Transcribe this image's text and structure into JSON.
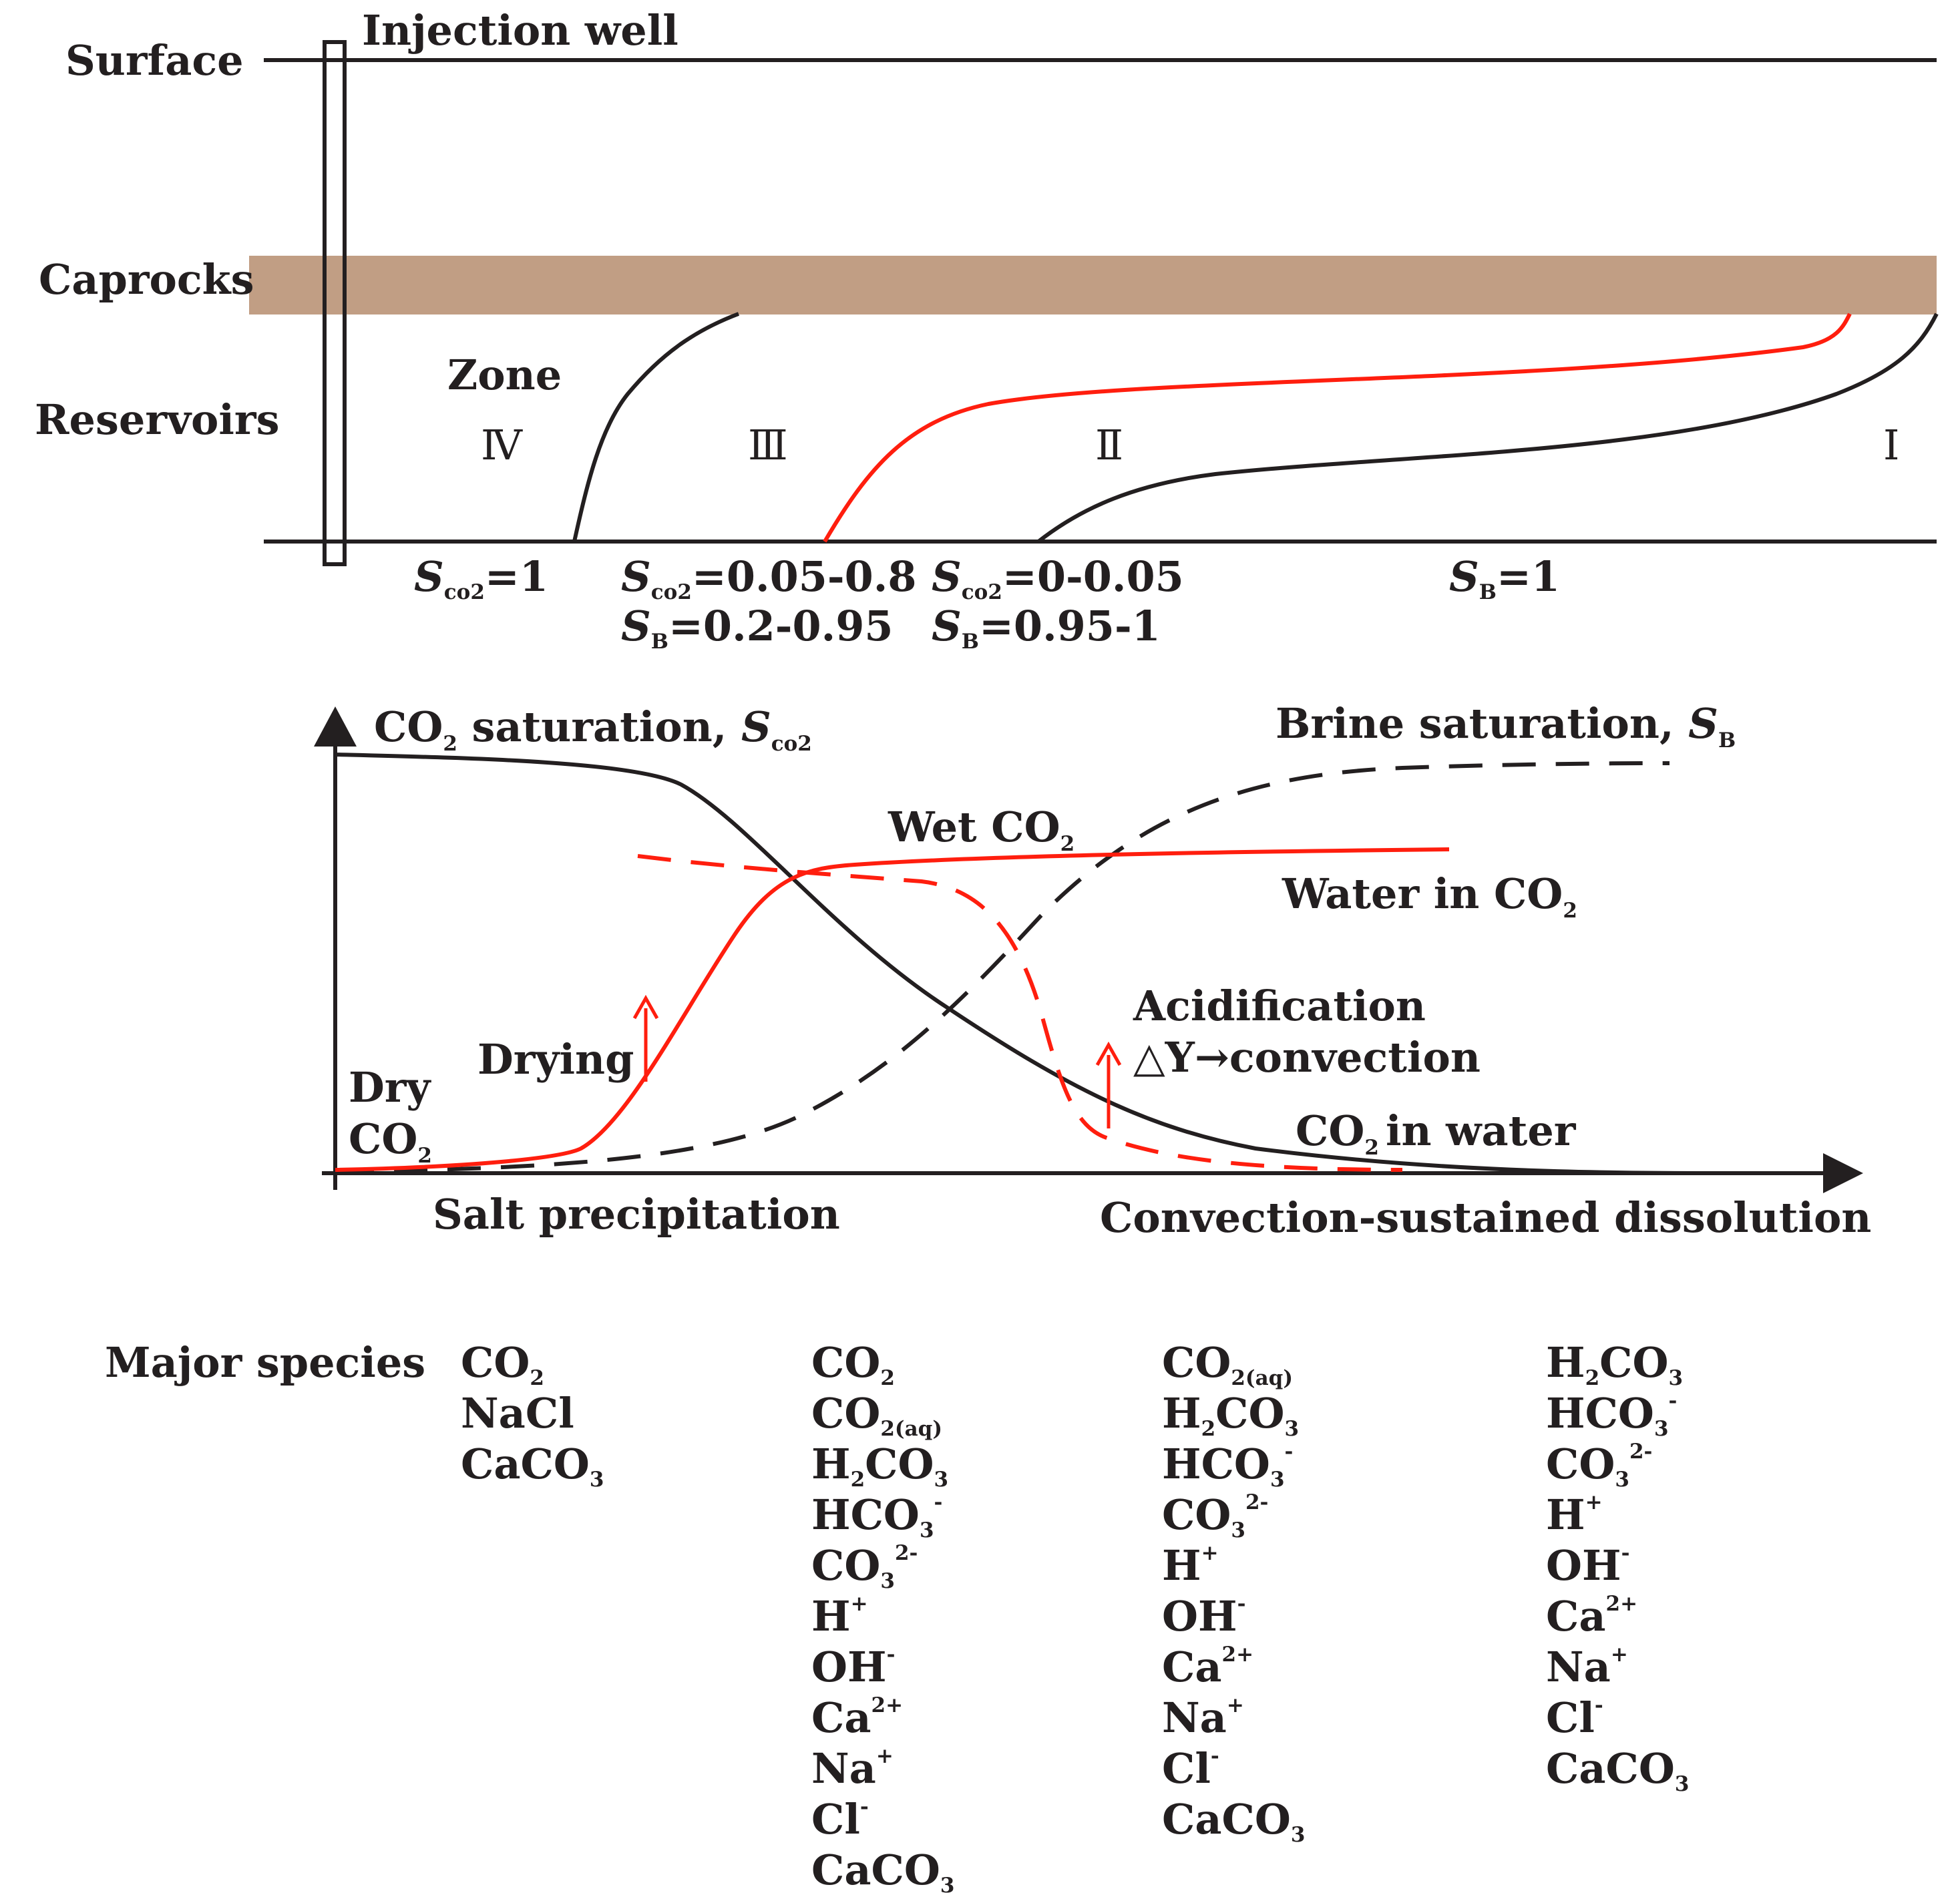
{
  "top": {
    "surface": "Surface",
    "injection_well": "Injection well",
    "caprocks": "Caprocks",
    "reservoirs": "Reservoirs",
    "zone": "Zone",
    "zones": [
      "Ⅳ",
      "Ⅲ",
      "Ⅱ",
      "Ⅰ"
    ],
    "saturations": [
      {
        "lines": [
          {
            "sym": "S",
            "sub": "co2",
            "val": "=1"
          }
        ]
      },
      {
        "lines": [
          {
            "sym": "S",
            "sub": "co2",
            "val": "=0.05-0.8"
          },
          {
            "sym": "S",
            "sub": "B",
            "val": "=0.2-0.95"
          }
        ]
      },
      {
        "lines": [
          {
            "sym": "S",
            "sub": "co2",
            "val": "=0-0.05"
          },
          {
            "sym": "S",
            "sub": "B",
            "val": "=0.95-1"
          }
        ]
      },
      {
        "lines": [
          {
            "sym": "S",
            "sub": "B",
            "val": "=1"
          }
        ]
      }
    ]
  },
  "middle": {
    "co2_sat_label": "CO",
    "co2_sat_sub": "2",
    "co2_sat_mid": " saturation, ",
    "co2_sat_sym": "S",
    "co2_sat_symsub": "co2",
    "brine_sat_label": "Brine saturation, ",
    "brine_sat_sym": "S",
    "brine_sat_sub": "B",
    "wet_co2": "Wet CO",
    "wet_co2_sub": "2",
    "water_in_co2": "Water in CO",
    "water_in_co2_sub": "2",
    "acidification": "Acidification",
    "delta_convection": "△Y→convection",
    "drying": "Drying",
    "dry": "Dry",
    "dry_co2": "CO",
    "dry_co2_sub": "2",
    "co2_in_water": "CO",
    "co2_in_water_sub": "2",
    "co2_in_water_rest": "in water",
    "salt_precipitation": "Salt precipitation",
    "convection_dissolution": "Convection-sustained dissolution"
  },
  "species": {
    "title": "Major species",
    "columns": [
      [
        {
          "t": "CO",
          "sub": "2"
        },
        {
          "t": "NaCl"
        },
        {
          "t": "CaCO",
          "sub": "3"
        }
      ],
      [
        {
          "t": "CO",
          "sub": "2"
        },
        {
          "t": "CO",
          "sub": "2(aq)"
        },
        {
          "t": "H",
          "sub": "2",
          "t2": "CO",
          "sub2": "3"
        },
        {
          "t": "HCO",
          "sub": "3",
          "sup": "-"
        },
        {
          "t": "CO",
          "sub": "3",
          "sup": "2-"
        },
        {
          "t": "H",
          "sup": "+"
        },
        {
          "t": "OH",
          "sup": "-"
        },
        {
          "t": "Ca",
          "sup": "2+"
        },
        {
          "t": "Na",
          "sup": "+"
        },
        {
          "t": "Cl",
          "sup": "-"
        },
        {
          "t": "CaCO",
          "sub": "3"
        }
      ],
      [
        {
          "t": "CO",
          "sub": "2(aq)"
        },
        {
          "t": "H",
          "sub": "2",
          "t2": "CO",
          "sub2": "3"
        },
        {
          "t": "HCO",
          "sub": "3",
          "sup": "-"
        },
        {
          "t": "CO",
          "sub": "3",
          "sup": "2-"
        },
        {
          "t": "H",
          "sup": "+"
        },
        {
          "t": "OH",
          "sup": "-"
        },
        {
          "t": "Ca",
          "sup": "2+"
        },
        {
          "t": "Na",
          "sup": "+"
        },
        {
          "t": "Cl",
          "sup": "-"
        },
        {
          "t": "CaCO",
          "sub": "3"
        }
      ],
      [
        {
          "t": "H",
          "sub": "2",
          "t2": "CO",
          "sub2": "3"
        },
        {
          "t": "HCO",
          "sub": "3",
          "sup": "-"
        },
        {
          "t": "CO",
          "sub": "3",
          "sup": "2-"
        },
        {
          "t": "H",
          "sup": "+"
        },
        {
          "t": "OH",
          "sup": "-"
        },
        {
          "t": "Ca",
          "sup": "2+"
        },
        {
          "t": "Na",
          "sup": "+"
        },
        {
          "t": "Cl",
          "sup": "-"
        },
        {
          "t": "CaCO",
          "sub": "3"
        }
      ]
    ]
  },
  "colors": {
    "ink": "#231f20",
    "red": "#ff1e0e",
    "caprock": "#c19e84"
  }
}
